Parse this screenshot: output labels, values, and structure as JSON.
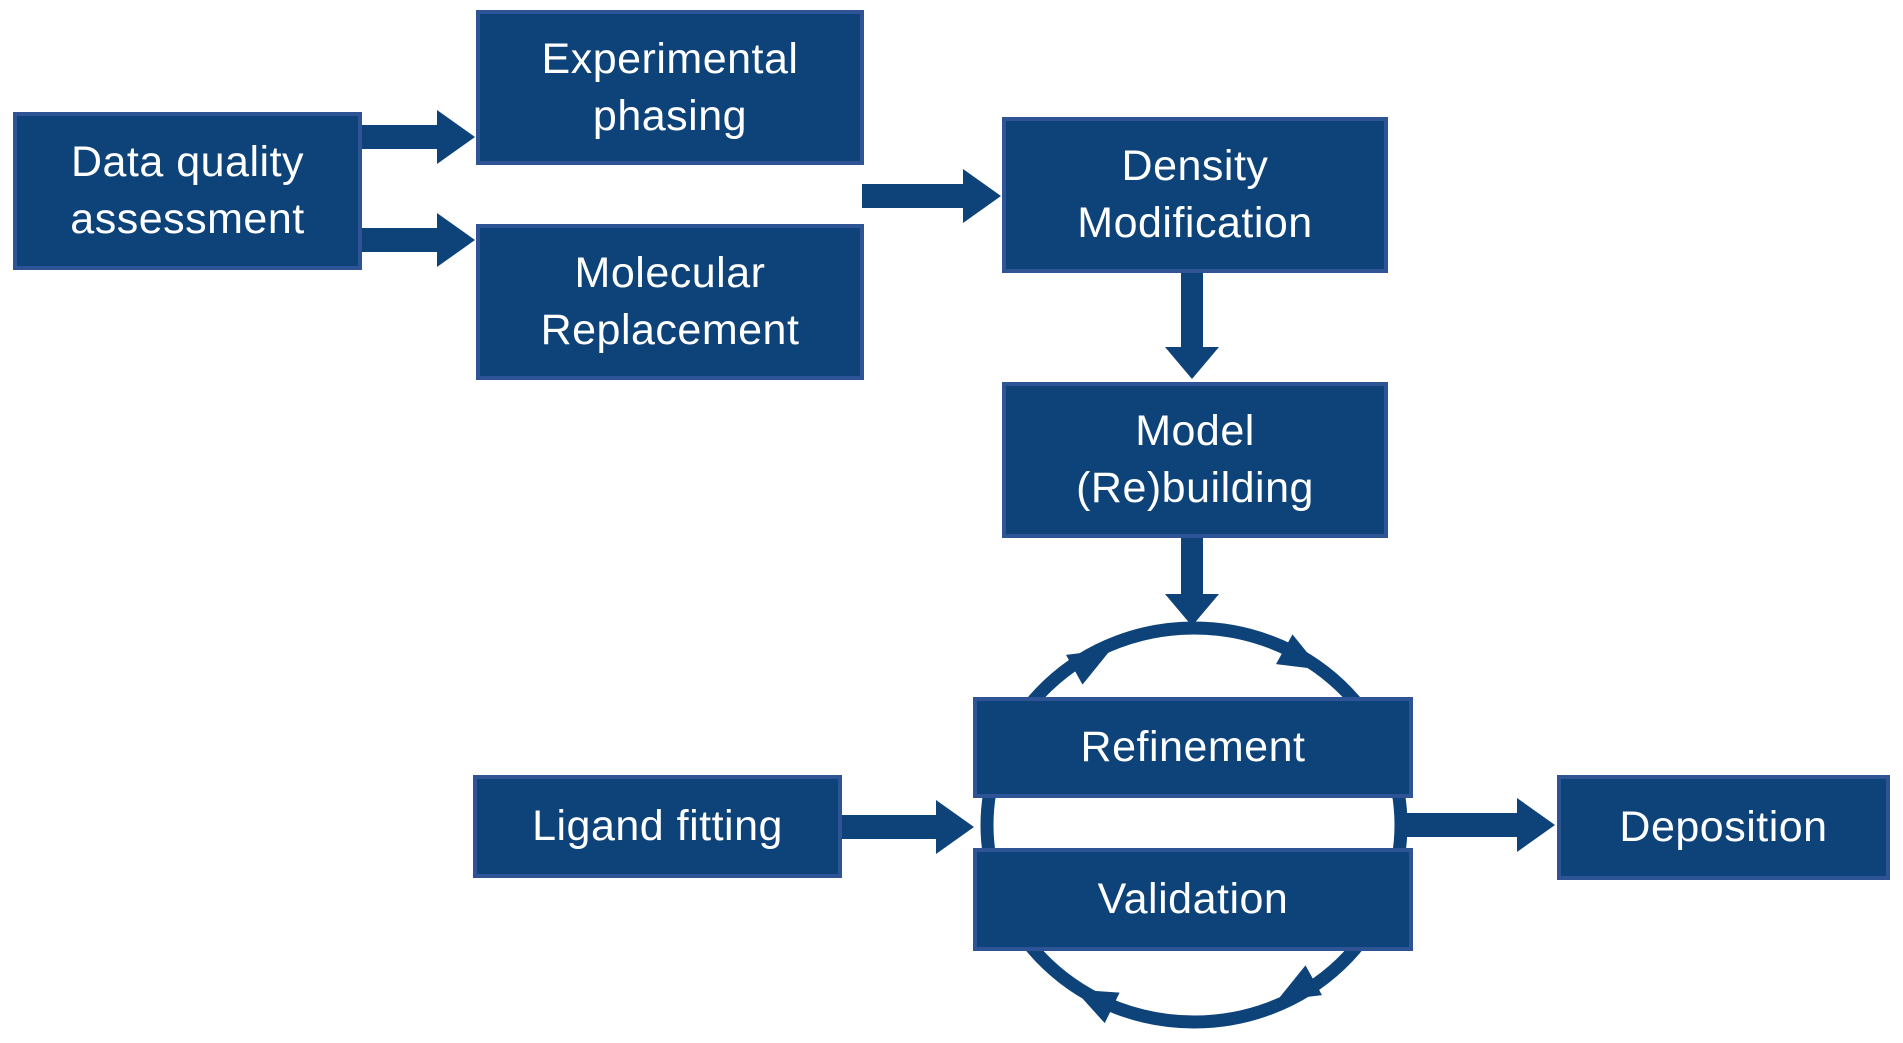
{
  "diagram_type": "flowchart",
  "colors": {
    "node_fill": "#0e4379",
    "node_border": "#2f5496",
    "arrow": "#0e4379",
    "text": "#ffffff",
    "background": "#ffffff"
  },
  "nodes": {
    "data_quality_assessment": {
      "line1": "Data quality",
      "line2": "assessment"
    },
    "experimental_phasing": {
      "line1": "Experimental",
      "line2": "phasing"
    },
    "molecular_replacement": {
      "line1": "Molecular",
      "line2": "Replacement"
    },
    "density_modification": {
      "line1": "Density",
      "line2": "Modification"
    },
    "model_rebuilding": {
      "line1": "Model",
      "line2": "(Re)building"
    },
    "refinement": {
      "line1": "Refinement"
    },
    "validation": {
      "line1": "Validation"
    },
    "ligand_fitting": {
      "line1": "Ligand fitting"
    },
    "deposition": {
      "line1": "Deposition"
    }
  },
  "edges": [
    {
      "from": "data_quality_assessment",
      "to": "experimental_phasing"
    },
    {
      "from": "data_quality_assessment",
      "to": "molecular_replacement"
    },
    {
      "from": "experimental_phasing_or_molecular_replacement",
      "to": "density_modification"
    },
    {
      "from": "density_modification",
      "to": "model_rebuilding"
    },
    {
      "from": "model_rebuilding",
      "to": "refinement_validation_cycle"
    },
    {
      "from": "ligand_fitting",
      "to": "refinement_validation_cycle"
    },
    {
      "from": "refinement_validation_cycle",
      "to": "deposition"
    },
    {
      "cycle": [
        "refinement",
        "validation"
      ],
      "direction": "clockwise"
    }
  ]
}
